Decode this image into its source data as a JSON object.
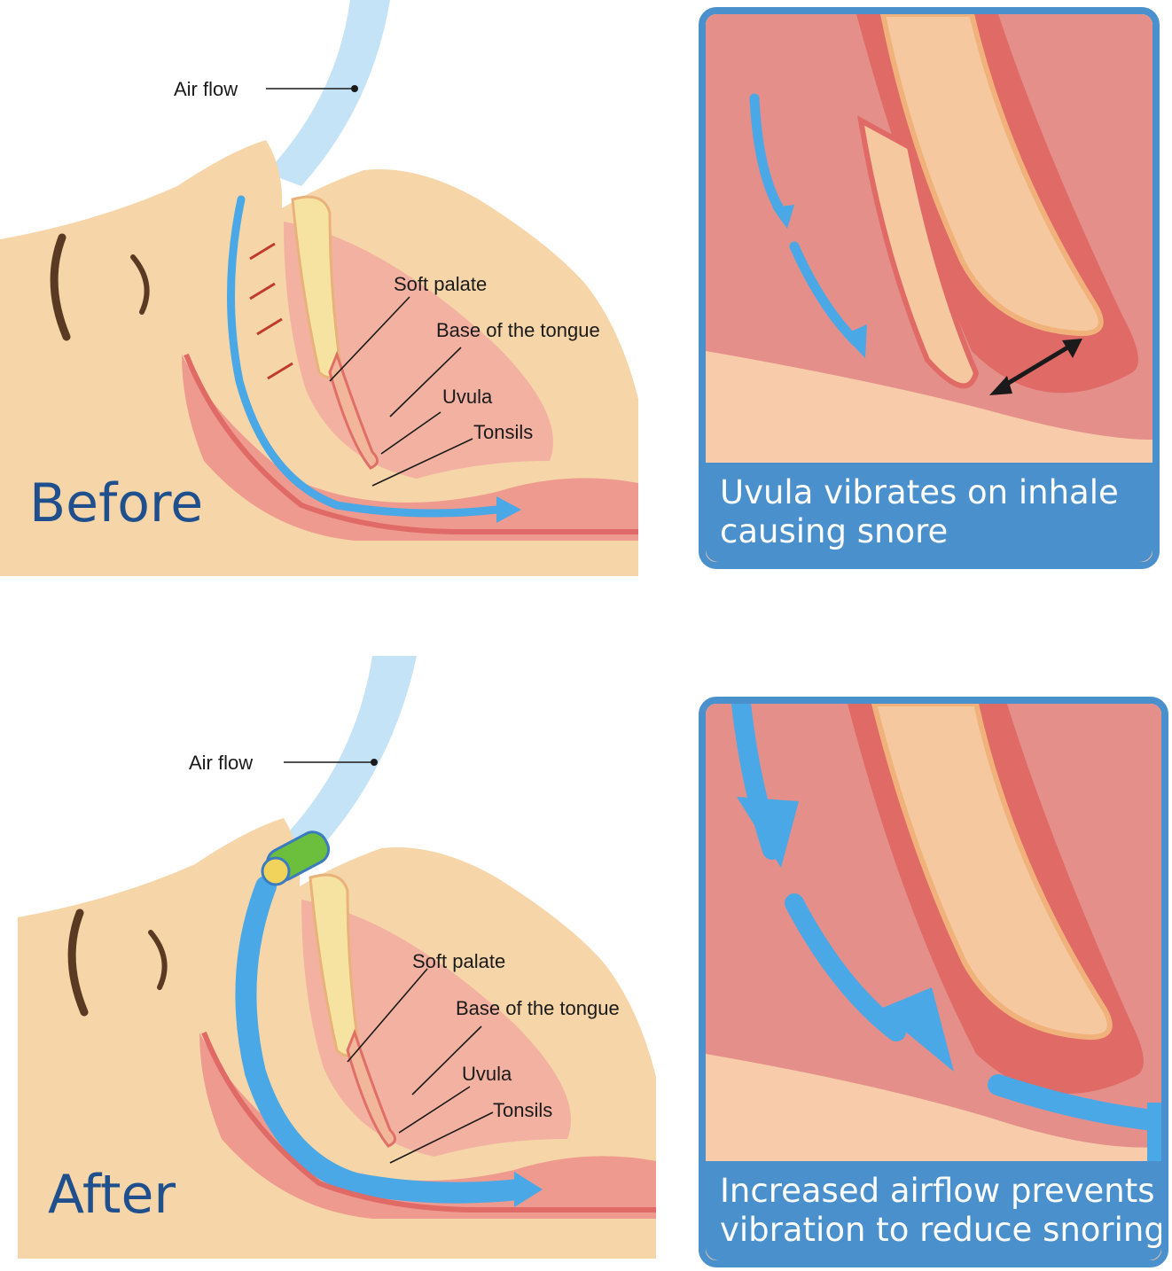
{
  "before": {
    "state_label": "Before",
    "labels": {
      "air_flow": "Air flow",
      "soft_palate": "Soft palate",
      "base_tongue": "Base of  the tongue",
      "uvula": "Uvula",
      "tonsils": "Tonsils"
    },
    "caption": [
      "Uvula vibrates on inhale",
      "causing snore"
    ]
  },
  "after": {
    "state_label": "After",
    "labels": {
      "air_flow": "Air flow",
      "soft_palate": "Soft palate",
      "base_tongue": "Base of  the tongue",
      "uvula": "Uvula",
      "tonsils": "Tonsils"
    },
    "caption": [
      "Increased airflow prevents",
      "vibration to reduce snoring"
    ]
  },
  "colors": {
    "skin": "#f6d6a8",
    "tissue": "#e98b84",
    "airway": "#4aa8e6",
    "frame": "#4a90cc",
    "label_blue": "#1f4f8c"
  }
}
